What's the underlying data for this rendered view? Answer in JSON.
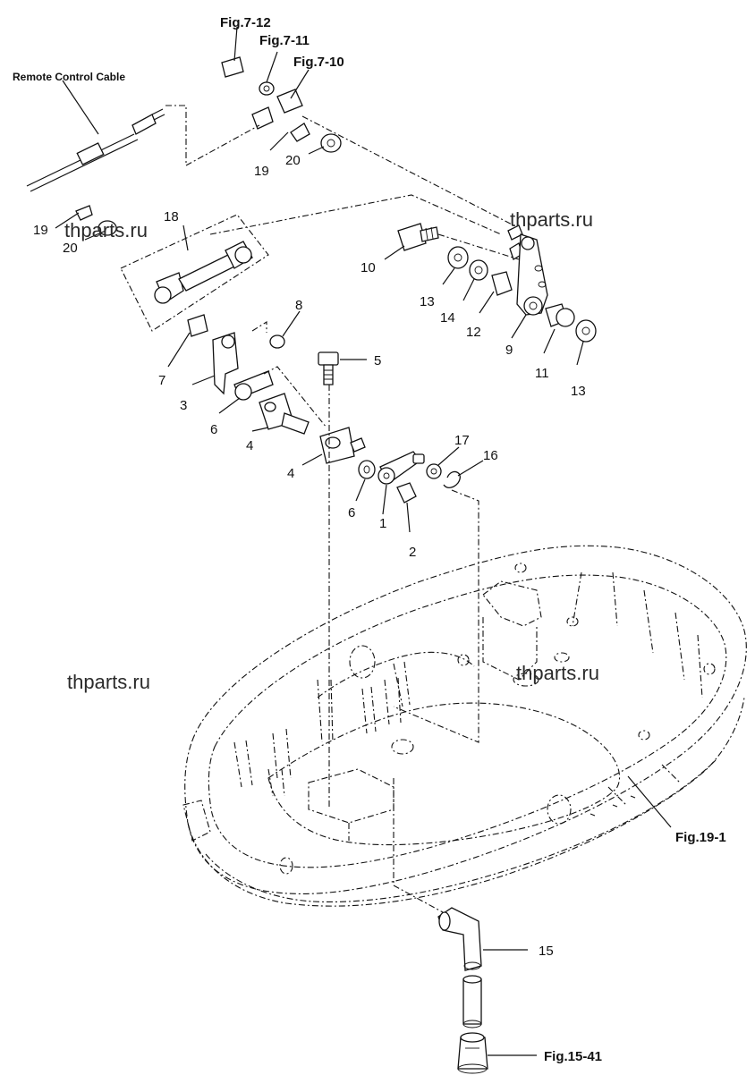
{
  "callouts": {
    "remote_cable": "Remote Control Cable",
    "fig_7_12": "Fig.7-12",
    "fig_7_11": "Fig.7-11",
    "fig_7_10": "Fig.7-10",
    "fig_19_1": "Fig.19-1",
    "fig_15_41": "Fig.15-41"
  },
  "part_numbers": {
    "p1": "1",
    "p2": "2",
    "p3": "3",
    "p4a": "4",
    "p4b": "4",
    "p5": "5",
    "p6a": "6",
    "p6b": "6",
    "p7": "7",
    "p8": "8",
    "p9": "9",
    "p10": "10",
    "p11": "11",
    "p12": "12",
    "p13a": "13",
    "p13b": "13",
    "p14": "14",
    "p15": "15",
    "p16": "16",
    "p17": "17",
    "p18": "18",
    "p19a": "19",
    "p19b": "19",
    "p20a": "20",
    "p20b": "20"
  },
  "watermarks": {
    "wm1": "thparts.ru",
    "wm2": "thparts.ru",
    "wm3": "thparts.ru",
    "wm4": "thparts.ru"
  }
}
